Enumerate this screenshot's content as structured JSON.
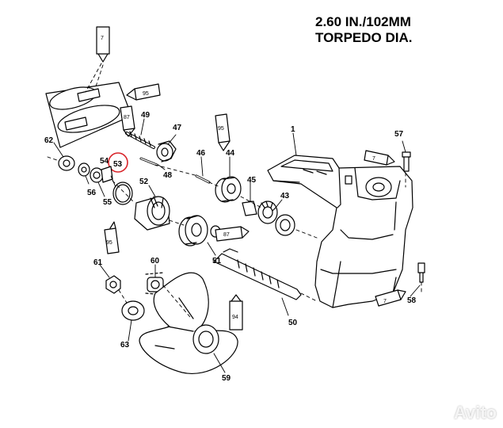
{
  "title": {
    "line1": "2.60 IN./102MM",
    "line2": "TORPEDO DIA."
  },
  "callouts": {
    "c1": "1",
    "c43": "43",
    "c44": "44",
    "c45": "45",
    "c46": "46",
    "c47": "47",
    "c48": "48",
    "c49": "49",
    "c50": "50",
    "c51": "51",
    "c52": "52",
    "c53": "53",
    "c54": "54",
    "c55": "55",
    "c56": "56",
    "c57": "57",
    "c58": "58",
    "c59": "59",
    "c60": "60",
    "c61": "61",
    "c62": "62",
    "c63": "63"
  },
  "tubes": {
    "t7a": "7",
    "t95a": "95",
    "t87a": "87",
    "t95b": "95",
    "t95c": "95",
    "t87b": "87",
    "t94": "94",
    "t7b": "7",
    "t7c": "7"
  },
  "watermark": "Avito",
  "colors": {
    "line": "#000000",
    "background": "#ffffff",
    "highlight": "#d8242a"
  }
}
